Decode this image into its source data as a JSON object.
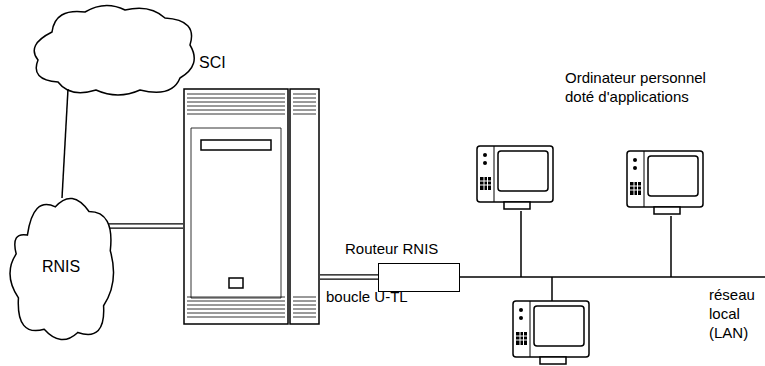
{
  "diagram": {
    "nodes": [
      {
        "text": [
          "RNIS"
        ]
      },
      {
        "text": [
          "SCI"
        ]
      },
      {
        "text": [
          "Routeur RNIS"
        ]
      }
    ],
    "edges": [
      {
        "from": 0,
        "to": 1,
        "arrow": "none"
      },
      {
        "from": 1,
        "to": 2,
        "label": "boucle U-TL",
        "arrow": "none"
      }
    ],
    "labels": [
      "Ordinateur personnel doté d'applications",
      "réseau local (LAN)"
    ]
  }
}
